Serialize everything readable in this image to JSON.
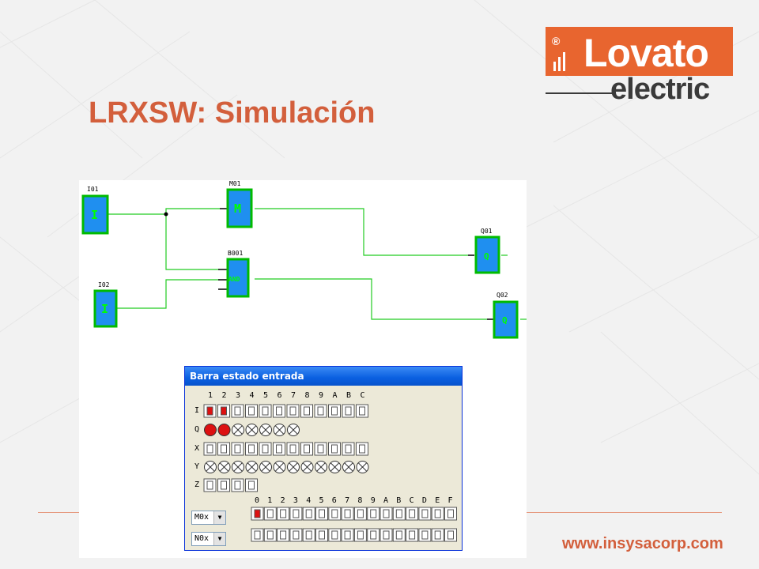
{
  "slide": {
    "title": "LRXSW: Simulación",
    "website": "www.insysacorp.com",
    "colors": {
      "accent": "#d35f3c",
      "logo_bg": "#e8652f"
    }
  },
  "logo": {
    "brand": "Lovato",
    "sub": "electric",
    "reg": "®"
  },
  "diagram": {
    "blocks": [
      {
        "id": "I01",
        "symbol": "I"
      },
      {
        "id": "M01",
        "symbol": "M"
      },
      {
        "id": "B001",
        "symbol": "AND"
      },
      {
        "id": "I02",
        "symbol": "I"
      },
      {
        "id": "Q01",
        "symbol": "Q"
      },
      {
        "id": "Q02",
        "symbol": "Q"
      }
    ],
    "colors": {
      "block": "#00cc00",
      "block_fill": "#1f8ff0",
      "wire": "#22cc22",
      "symbol": "#00ff00"
    }
  },
  "dialog": {
    "title": "Barra estado entrada",
    "top_columns": [
      "1",
      "2",
      "3",
      "4",
      "5",
      "6",
      "7",
      "8",
      "9",
      "A",
      "B",
      "C"
    ],
    "rows": [
      {
        "label": "I",
        "kind": "switch",
        "count": 12,
        "active": [
          1,
          2
        ]
      },
      {
        "label": "Q",
        "kind": "lamp",
        "count": 7,
        "active": [
          1,
          2
        ]
      },
      {
        "label": "X",
        "kind": "switch",
        "count": 12,
        "active": []
      },
      {
        "label": "Y",
        "kind": "lamp",
        "count": 12,
        "active": []
      },
      {
        "label": "Z",
        "kind": "switch",
        "count": 4,
        "active": []
      }
    ],
    "bottom_columns": [
      "0",
      "1",
      "2",
      "3",
      "4",
      "5",
      "6",
      "7",
      "8",
      "9",
      "A",
      "B",
      "C",
      "D",
      "E",
      "F"
    ],
    "selects": [
      {
        "value": "M0x",
        "active": [
          0
        ]
      },
      {
        "value": "N0x",
        "active": []
      }
    ]
  }
}
